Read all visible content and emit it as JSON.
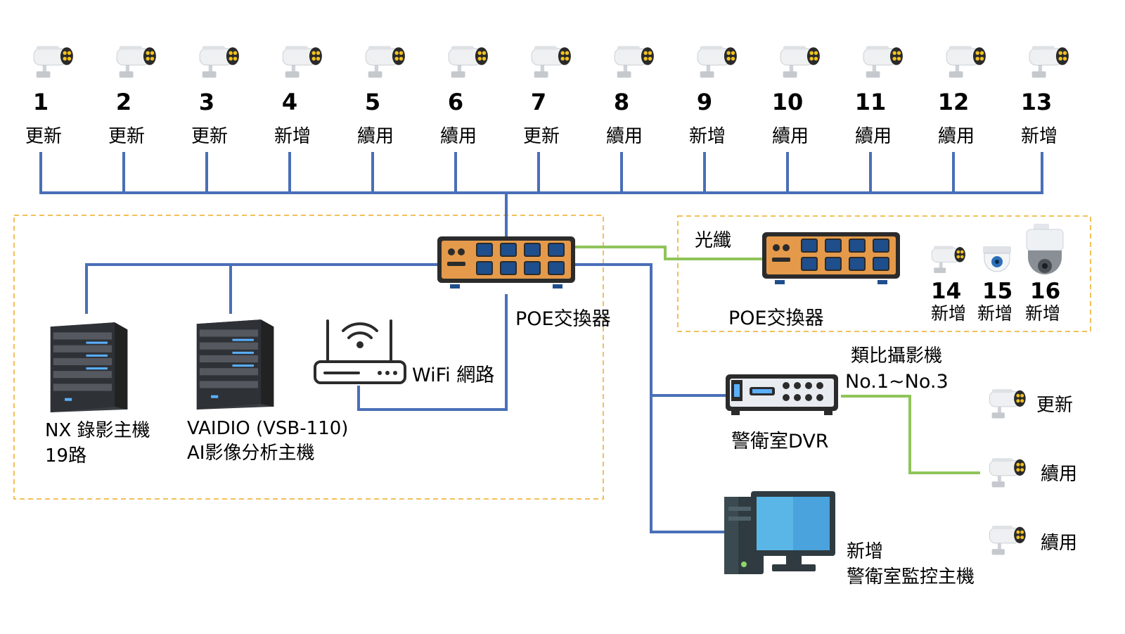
{
  "cameras_top": [
    {
      "number": "1",
      "status": "更新"
    },
    {
      "number": "2",
      "status": "更新"
    },
    {
      "number": "3",
      "status": "更新"
    },
    {
      "number": "4",
      "status": "新增"
    },
    {
      "number": "5",
      "status": "續用"
    },
    {
      "number": "6",
      "status": "續用"
    },
    {
      "number": "7",
      "status": "更新"
    },
    {
      "number": "8",
      "status": "續用"
    },
    {
      "number": "9",
      "status": "新增"
    },
    {
      "number": "10",
      "status": "續用"
    },
    {
      "number": "11",
      "status": "續用"
    },
    {
      "number": "12",
      "status": "續用"
    },
    {
      "number": "13",
      "status": "新增"
    }
  ],
  "main_switch": {
    "label": "POE交換器"
  },
  "fiber_label": "光纖",
  "remote_switch": {
    "label": "POE交換器"
  },
  "remote_cameras": [
    {
      "number": "14",
      "status": "新增",
      "type": "bullet"
    },
    {
      "number": "15",
      "status": "新增",
      "type": "dome"
    },
    {
      "number": "16",
      "status": "新增",
      "type": "speed-dome"
    }
  ],
  "nx_recorder": {
    "line1": "NX 錄影主機",
    "line2": "19路"
  },
  "vaidio": {
    "line1": "VAIDIO (VSB-110)",
    "line2": "AI影像分析主機"
  },
  "wifi": {
    "label": "WiFi 網路"
  },
  "dvr": {
    "label": "警衛室DVR",
    "analog_title": "類比攝影機",
    "analog_range": "No.1~No.3"
  },
  "analog_cameras": [
    {
      "status": "更新"
    },
    {
      "status": "續用"
    },
    {
      "status": "續用"
    }
  ],
  "monitor_pc": {
    "line1": "新增",
    "line2": "警衛室監控主機"
  },
  "colors": {
    "network_line": "#4a6fb8",
    "fiber_line": "#8fc45a",
    "group_border": "#f2c05a",
    "switch_body": "#e49a4a",
    "port": "#1f4e8c"
  }
}
